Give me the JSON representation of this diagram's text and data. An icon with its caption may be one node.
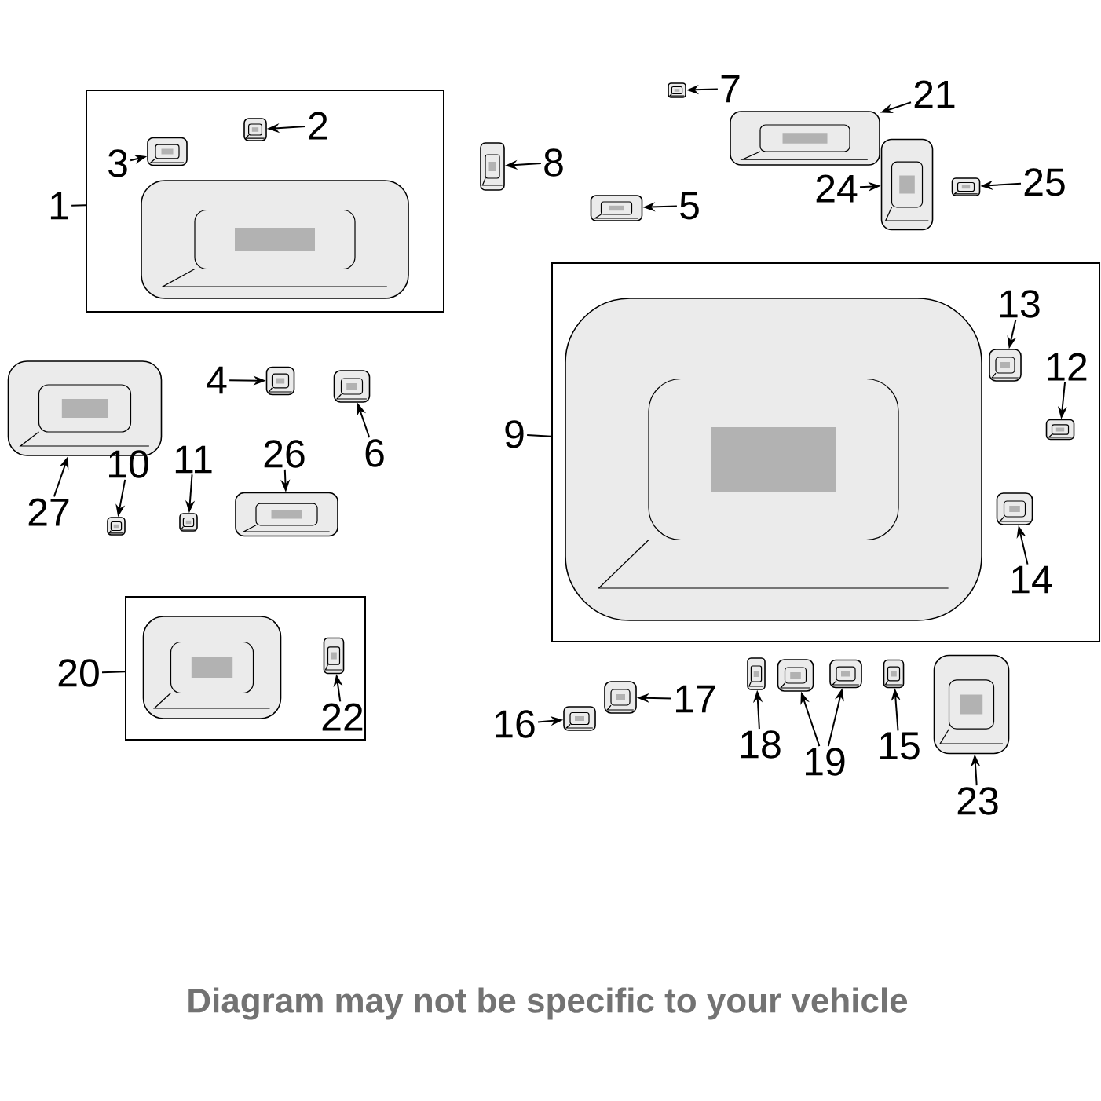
{
  "diagram": {
    "caption": "Diagram may not be specific to your vehicle",
    "nodes": [
      {
        "text": [],
        "shape": "box"
      },
      {
        "text": [
          "1"
        ]
      },
      {
        "text": [
          "2"
        ],
        "in": 0
      },
      {
        "text": [],
        "shape": "picture",
        "in": 0
      },
      {
        "text": [
          "3"
        ],
        "in": 0
      },
      {
        "text": [],
        "shape": "picture",
        "in": 0
      },
      {
        "text": [],
        "shape": "picture",
        "in": 0
      },
      {
        "text": [
          "8"
        ]
      },
      {
        "text": [],
        "shape": "picture"
      },
      {
        "text": [
          "7"
        ]
      },
      {
        "text": [],
        "shape": "picture"
      },
      {
        "text": [
          "21"
        ]
      },
      {
        "text": [],
        "shape": "picture"
      },
      {
        "text": [
          "24"
        ]
      },
      {
        "text": [],
        "shape": "picture"
      },
      {
        "text": [
          "25"
        ]
      },
      {
        "text": [],
        "shape": "picture"
      },
      {
        "text": [
          "5"
        ]
      },
      {
        "text": [],
        "shape": "picture"
      },
      {
        "text": [],
        "shape": "box"
      },
      {
        "text": [
          "9"
        ]
      },
      {
        "text": [],
        "shape": "picture",
        "in": 19
      },
      {
        "text": [
          "13"
        ],
        "in": 19
      },
      {
        "text": [],
        "shape": "picture",
        "in": 19
      },
      {
        "text": [
          "12"
        ],
        "in": 19
      },
      {
        "text": [],
        "shape": "picture",
        "in": 19
      },
      {
        "text": [],
        "shape": "picture",
        "in": 19
      },
      {
        "text": [
          "14"
        ],
        "in": 19
      },
      {
        "text": [],
        "shape": "picture"
      },
      {
        "text": [
          "27"
        ]
      },
      {
        "text": [
          "4"
        ]
      },
      {
        "text": [],
        "shape": "picture"
      },
      {
        "text": [],
        "shape": "picture"
      },
      {
        "text": [
          "6"
        ]
      },
      {
        "text": [
          "10"
        ]
      },
      {
        "text": [],
        "shape": "picture"
      },
      {
        "text": [
          "11"
        ]
      },
      {
        "text": [],
        "shape": "picture"
      },
      {
        "text": [
          "26"
        ]
      },
      {
        "text": [],
        "shape": "picture"
      },
      {
        "text": [],
        "shape": "box"
      },
      {
        "text": [
          "20"
        ]
      },
      {
        "text": [],
        "shape": "picture",
        "in": 40
      },
      {
        "text": [],
        "shape": "picture",
        "in": 40
      },
      {
        "text": [
          "22"
        ],
        "in": 40
      },
      {
        "text": [
          "17"
        ]
      },
      {
        "text": [],
        "shape": "picture"
      },
      {
        "text": [
          "16"
        ]
      },
      {
        "text": [],
        "shape": "picture"
      },
      {
        "text": [],
        "shape": "picture"
      },
      {
        "text": [
          "18"
        ]
      },
      {
        "text": [],
        "shape": "picture"
      },
      {
        "text": [],
        "shape": "picture"
      },
      {
        "text": [
          "19"
        ]
      },
      {
        "text": [],
        "shape": "picture"
      },
      {
        "text": [
          "15"
        ]
      },
      {
        "text": [],
        "shape": "picture"
      },
      {
        "text": [
          "23"
        ]
      }
    ],
    "edges": [
      {
        "from": 1,
        "to": 0,
        "arrow": "none"
      },
      {
        "from": 2,
        "to": 3,
        "arrow": "to"
      },
      {
        "from": 4,
        "to": 5,
        "arrow": "to"
      },
      {
        "from": 7,
        "to": 8,
        "arrow": "to"
      },
      {
        "from": 9,
        "to": 10,
        "arrow": "to"
      },
      {
        "from": 11,
        "to": 12,
        "arrow": "to"
      },
      {
        "from": 13,
        "to": 14,
        "arrow": "to"
      },
      {
        "from": 15,
        "to": 16,
        "arrow": "to"
      },
      {
        "from": 17,
        "to": 18,
        "arrow": "to"
      },
      {
        "from": 20,
        "to": 19,
        "arrow": "none"
      },
      {
        "from": 22,
        "to": 23,
        "arrow": "to"
      },
      {
        "from": 24,
        "to": 25,
        "arrow": "to"
      },
      {
        "from": 27,
        "to": 26,
        "arrow": "to"
      },
      {
        "from": 29,
        "to": 28,
        "arrow": "to"
      },
      {
        "from": 30,
        "to": 31,
        "arrow": "to"
      },
      {
        "from": 33,
        "to": 32,
        "arrow": "to"
      },
      {
        "from": 34,
        "to": 35,
        "arrow": "to"
      },
      {
        "from": 36,
        "to": 37,
        "arrow": "to"
      },
      {
        "from": 38,
        "to": 39,
        "arrow": "to"
      },
      {
        "from": 41,
        "to": 40,
        "arrow": "none"
      },
      {
        "from": 44,
        "to": 43,
        "arrow": "to"
      },
      {
        "from": 45,
        "to": 46,
        "arrow": "to"
      },
      {
        "from": 47,
        "to": 48,
        "arrow": "to"
      },
      {
        "from": 50,
        "to": 49,
        "arrow": "to"
      },
      {
        "from": 53,
        "to": 51,
        "arrow": "to"
      },
      {
        "from": 53,
        "to": 52,
        "arrow": "to"
      },
      {
        "from": 55,
        "to": 54,
        "arrow": "to"
      },
      {
        "from": 57,
        "to": 56,
        "arrow": "to"
      }
    ]
  }
}
